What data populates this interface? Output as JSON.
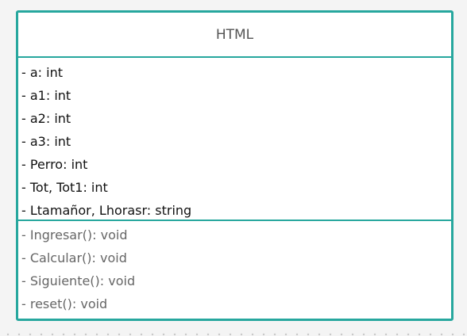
{
  "class": {
    "name": "HTML",
    "attributes": [
      "- a: int",
      "- a1: int",
      "- a2: int",
      "- a3: int",
      "- Perro: int",
      "- Tot, Tot1: int",
      "- Ltamañor, Lhorasr: string"
    ],
    "methods": [
      "- Ingresar(): void",
      "- Calcular(): void",
      "- Siguiente(): void",
      "- reset(): void"
    ]
  }
}
